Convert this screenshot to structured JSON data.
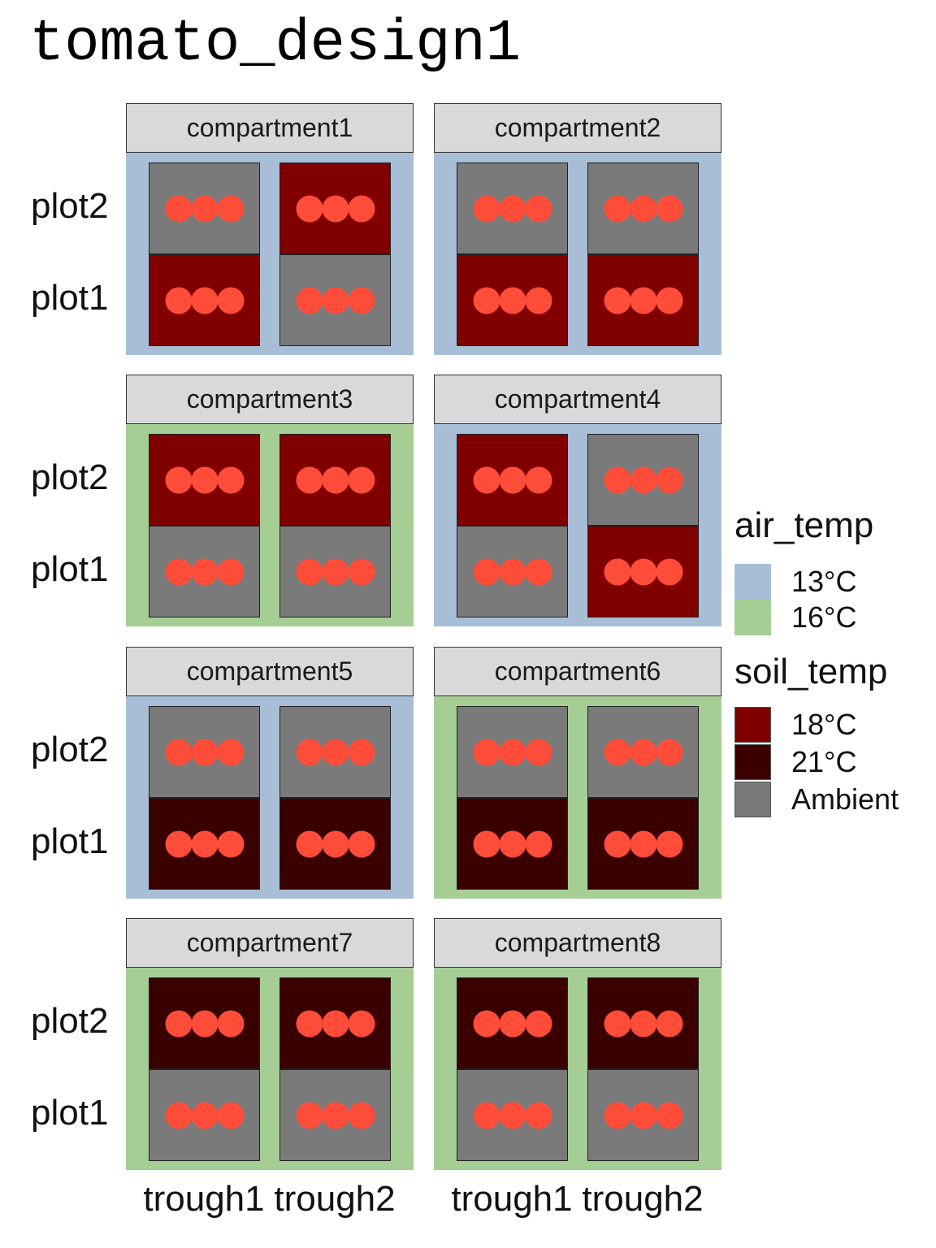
{
  "title": "tomato_design1",
  "colors": {
    "air_temp": {
      "13°C": "#a7bed6",
      "16°C": "#a5ce94"
    },
    "soil_temp": {
      "18°C": "#800000",
      "21°C": "#3a0000",
      "Ambient": "#7a7a7a"
    },
    "plant": "#ff4d3a",
    "strip": "#d9d9d9"
  },
  "chart_data": {
    "type": "table",
    "title": "tomato_design1",
    "facet_rows": 4,
    "facet_cols": 2,
    "x_levels": [
      "trough1",
      "trough2"
    ],
    "y_levels": [
      "plot2",
      "plot1"
    ],
    "plants_per_cell": 3,
    "compartments": [
      {
        "name": "compartment1",
        "air_temp": "13°C",
        "cells": {
          "trough1": {
            "plot2": "Ambient",
            "plot1": "18°C"
          },
          "trough2": {
            "plot2": "18°C",
            "plot1": "Ambient"
          }
        }
      },
      {
        "name": "compartment2",
        "air_temp": "13°C",
        "cells": {
          "trough1": {
            "plot2": "Ambient",
            "plot1": "18°C"
          },
          "trough2": {
            "plot2": "Ambient",
            "plot1": "18°C"
          }
        }
      },
      {
        "name": "compartment3",
        "air_temp": "16°C",
        "cells": {
          "trough1": {
            "plot2": "18°C",
            "plot1": "Ambient"
          },
          "trough2": {
            "plot2": "18°C",
            "plot1": "Ambient"
          }
        }
      },
      {
        "name": "compartment4",
        "air_temp": "13°C",
        "cells": {
          "trough1": {
            "plot2": "18°C",
            "plot1": "Ambient"
          },
          "trough2": {
            "plot2": "Ambient",
            "plot1": "18°C"
          }
        }
      },
      {
        "name": "compartment5",
        "air_temp": "13°C",
        "cells": {
          "trough1": {
            "plot2": "Ambient",
            "plot1": "21°C"
          },
          "trough2": {
            "plot2": "Ambient",
            "plot1": "21°C"
          }
        }
      },
      {
        "name": "compartment6",
        "air_temp": "16°C",
        "cells": {
          "trough1": {
            "plot2": "Ambient",
            "plot1": "21°C"
          },
          "trough2": {
            "plot2": "Ambient",
            "plot1": "21°C"
          }
        }
      },
      {
        "name": "compartment7",
        "air_temp": "16°C",
        "cells": {
          "trough1": {
            "plot2": "21°C",
            "plot1": "Ambient"
          },
          "trough2": {
            "plot2": "21°C",
            "plot1": "Ambient"
          }
        }
      },
      {
        "name": "compartment8",
        "air_temp": "16°C",
        "cells": {
          "trough1": {
            "plot2": "21°C",
            "plot1": "Ambient"
          },
          "trough2": {
            "plot2": "21°C",
            "plot1": "Ambient"
          }
        }
      }
    ],
    "legend": [
      {
        "title": "air_temp",
        "entries": [
          "13°C",
          "16°C"
        ]
      },
      {
        "title": "soil_temp",
        "entries": [
          "18°C",
          "21°C",
          "Ambient"
        ]
      }
    ],
    "legend_position": "right"
  }
}
